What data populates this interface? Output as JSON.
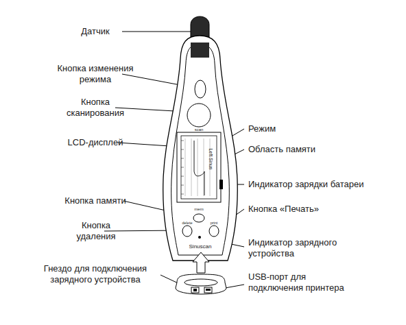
{
  "diagram": {
    "labels": [
      "Датчик",
      "Кнопка изменения режима",
      "Кнопка сканирования",
      "LCD-дисплей",
      "Кнопка памяти",
      "Кнопка удаления",
      "Гнездо для подключения зарядного устройства",
      "Режим",
      "Область памяти",
      "Индикатор зарядки батареи",
      "Кнопка «Печать»",
      "Индикатор зарядного устройства",
      "USB-порт для подключения принтера",
      "scan",
      "mem",
      "delete",
      "print",
      "Sinuscan",
      "Left Sinus"
    ]
  }
}
